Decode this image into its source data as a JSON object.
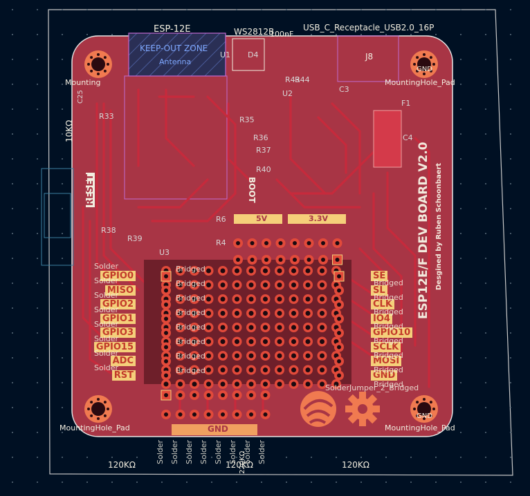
{
  "board": {
    "title": "ESP12E/F DEV BOARD V2.0",
    "designer": "Desgined by Ruben Schoonbaert"
  },
  "components": {
    "module": "ESP-12E",
    "keepout": "KEEP-OUT ZONE",
    "antenna": "Antenna",
    "led": "WS2812B",
    "usb": "USB_C_Receptacle_USB2.0_16P",
    "cap_top": "100nF",
    "reset_label": "RESET",
    "boot_label": "BOOT",
    "j8": "J8",
    "j3v3": "3.3V",
    "j5v": "5V",
    "gnd_strip": "GND"
  },
  "mounting": {
    "label": "MountingHole_Pad",
    "short": "Mounting",
    "gnd": "GND"
  },
  "refs": [
    "U1",
    "U2",
    "U3",
    "R35",
    "R36",
    "R37",
    "R38",
    "R39",
    "R40",
    "R43",
    "R44",
    "R6",
    "R4",
    "C3",
    "C4",
    "F1",
    "D4",
    "J8",
    "R33",
    "C25"
  ],
  "left_pins": [
    "GPIO0",
    "MISO",
    "GPIO2",
    "GPIO1",
    "GPIO3",
    "GPIO15",
    "ADC",
    "RST"
  ],
  "right_pins": [
    "SE",
    "SL",
    "CLK",
    "IO4",
    "GPIO10",
    "SCLK",
    "MOSI",
    "GND"
  ],
  "bridge_labels": {
    "bridged": "Bridged",
    "solder": "Solder",
    "jumper": "SolderJumper_2_Bridged"
  },
  "resistor_values": [
    "10KΩ",
    "120KΩ",
    "120KΩ",
    "120KΩ",
    "220KΩ"
  ],
  "colors": {
    "background": "#001023",
    "board": "#b63b49",
    "copper": "#c8293a",
    "silkscreen": "#f2eee0",
    "pad": "#e7c05a",
    "edge": "#d0d0d0"
  }
}
